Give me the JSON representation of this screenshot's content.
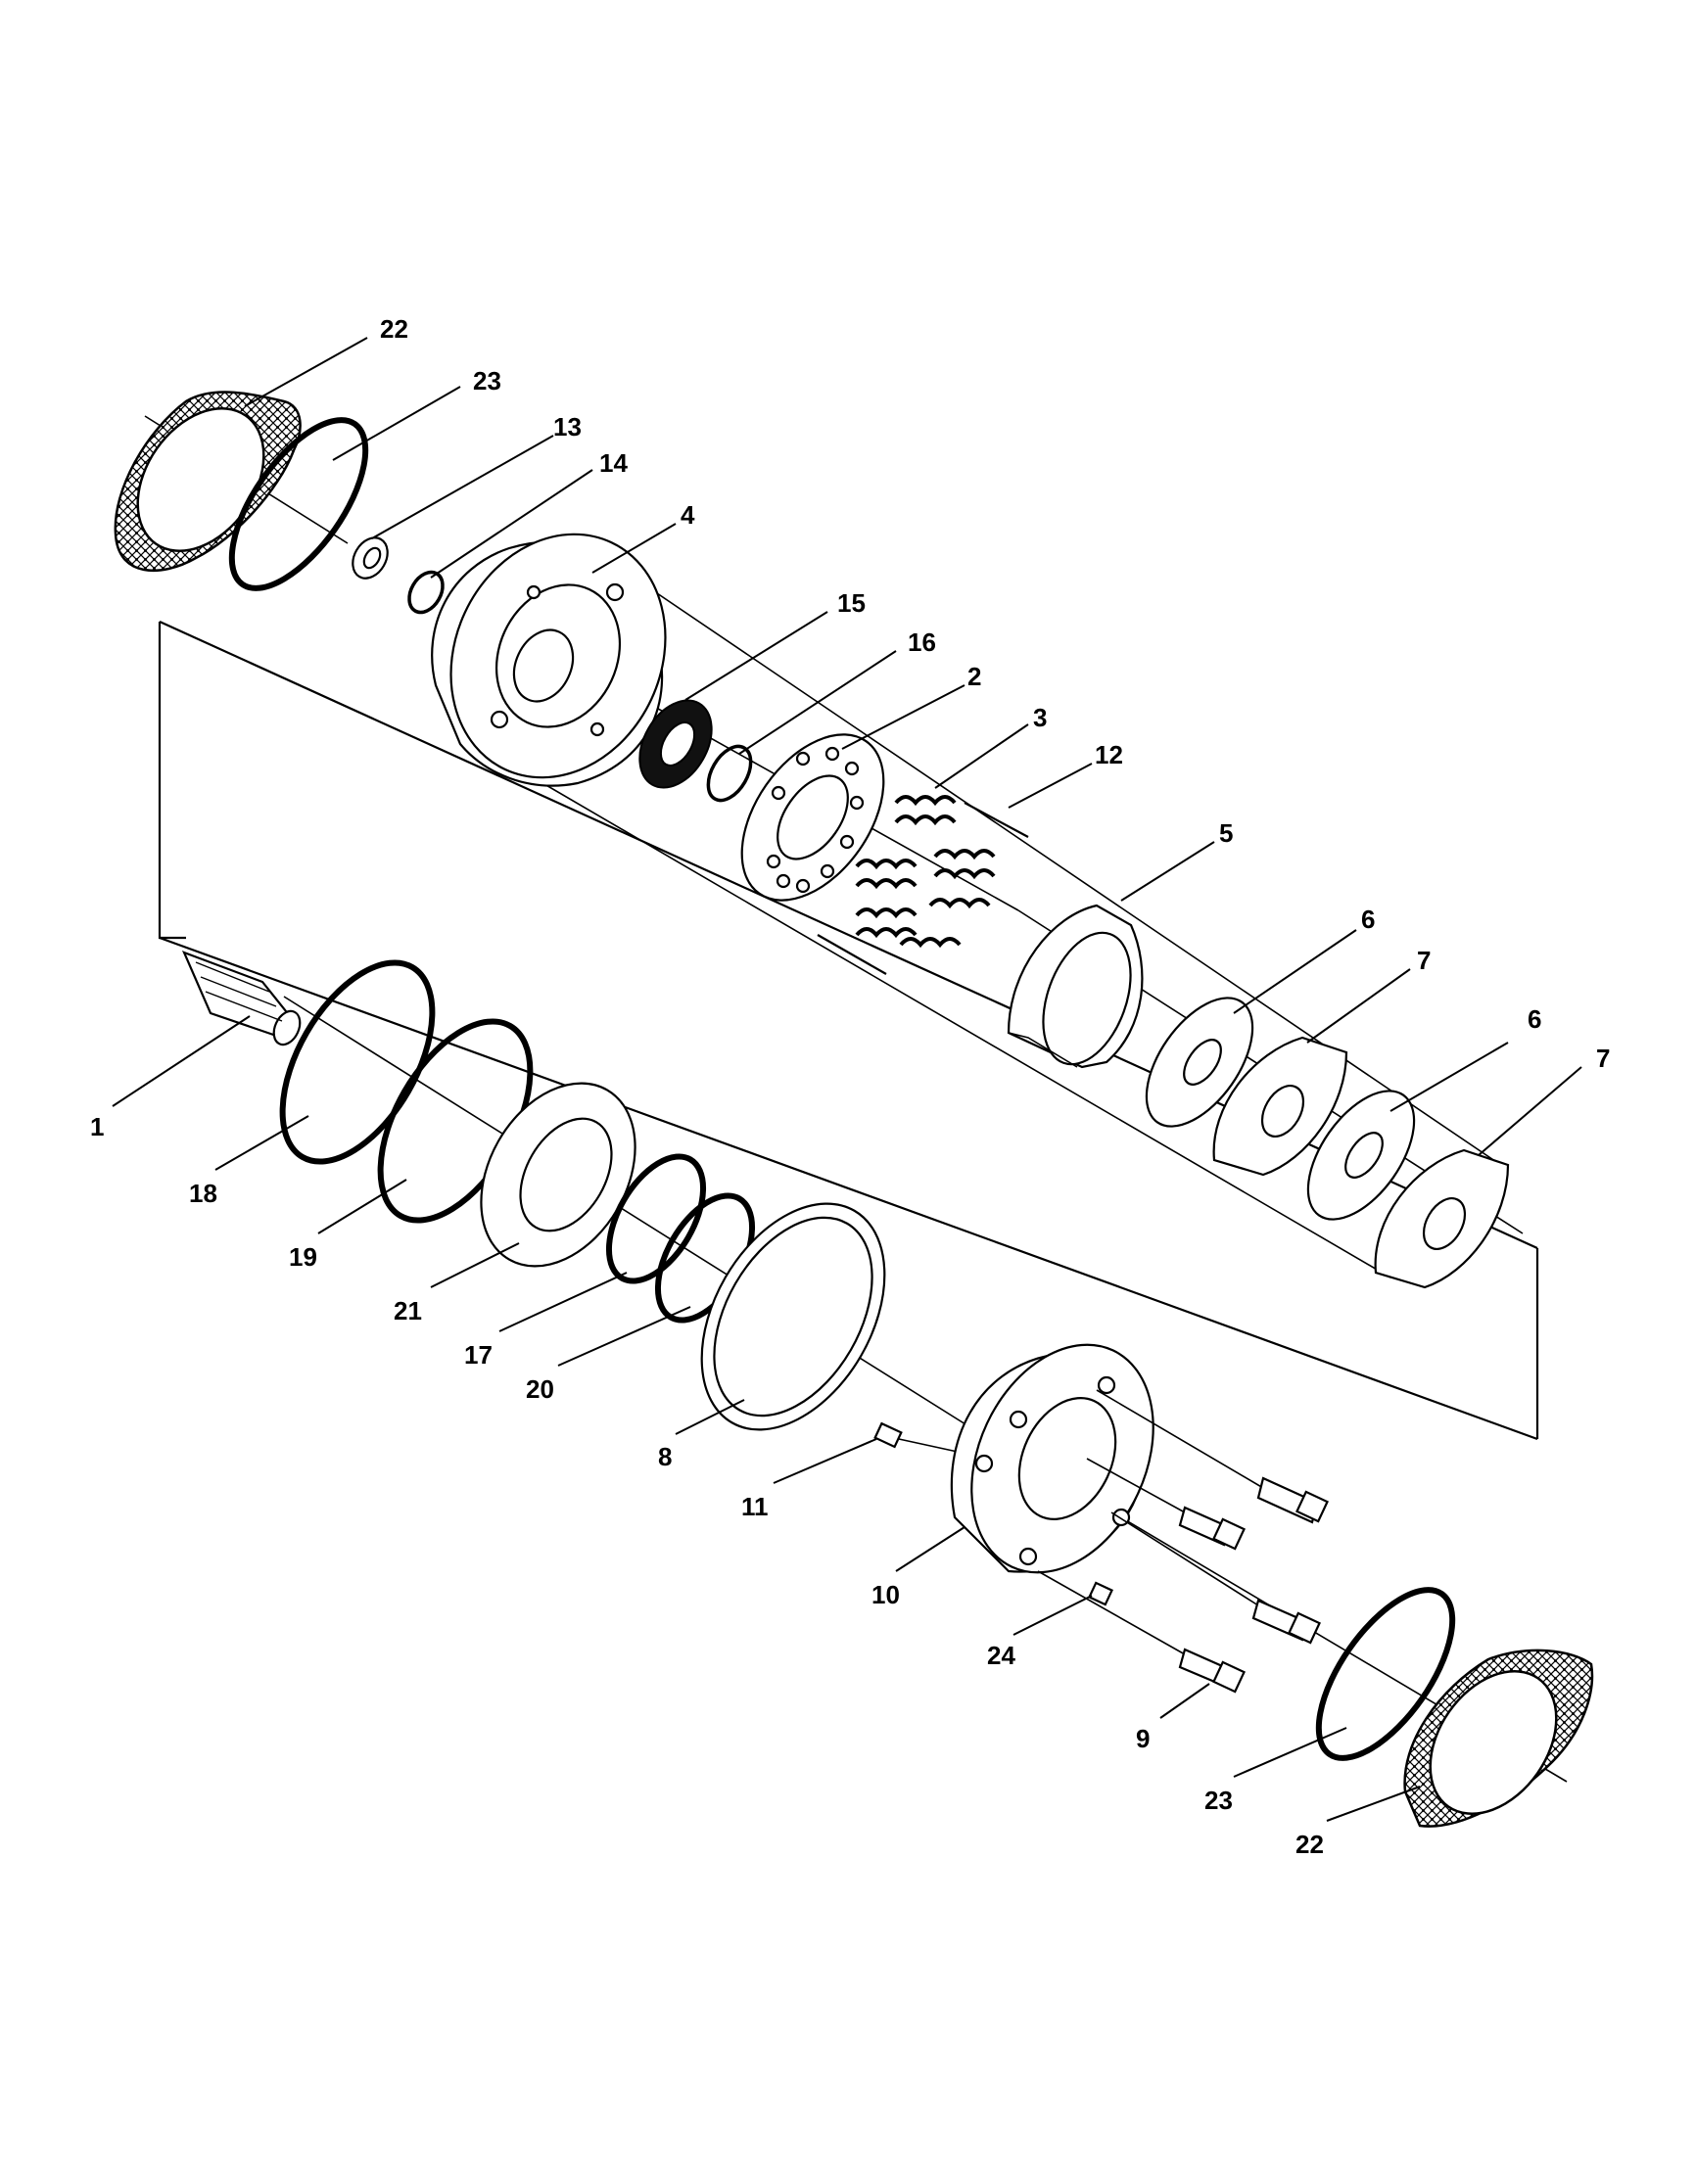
{
  "diagram": {
    "callouts": [
      {
        "key": "c22a",
        "text": "22"
      },
      {
        "key": "c23a",
        "text": "23"
      },
      {
        "key": "c13",
        "text": "13"
      },
      {
        "key": "c14",
        "text": "14"
      },
      {
        "key": "c4",
        "text": "4"
      },
      {
        "key": "c15",
        "text": "15"
      },
      {
        "key": "c16",
        "text": "16"
      },
      {
        "key": "c2",
        "text": "2"
      },
      {
        "key": "c3",
        "text": "3"
      },
      {
        "key": "c12",
        "text": "12"
      },
      {
        "key": "c5",
        "text": "5"
      },
      {
        "key": "c6a",
        "text": "6"
      },
      {
        "key": "c7a",
        "text": "7"
      },
      {
        "key": "c6b",
        "text": "6"
      },
      {
        "key": "c7b",
        "text": "7"
      },
      {
        "key": "c1",
        "text": "1"
      },
      {
        "key": "c18",
        "text": "18"
      },
      {
        "key": "c19",
        "text": "19"
      },
      {
        "key": "c21",
        "text": "21"
      },
      {
        "key": "c17",
        "text": "17"
      },
      {
        "key": "c20",
        "text": "20"
      },
      {
        "key": "c8",
        "text": "8"
      },
      {
        "key": "c11",
        "text": "11"
      },
      {
        "key": "c10",
        "text": "10"
      },
      {
        "key": "c24",
        "text": "24"
      },
      {
        "key": "c9",
        "text": "9"
      },
      {
        "key": "c23b",
        "text": "23"
      },
      {
        "key": "c22b",
        "text": "22"
      }
    ]
  }
}
